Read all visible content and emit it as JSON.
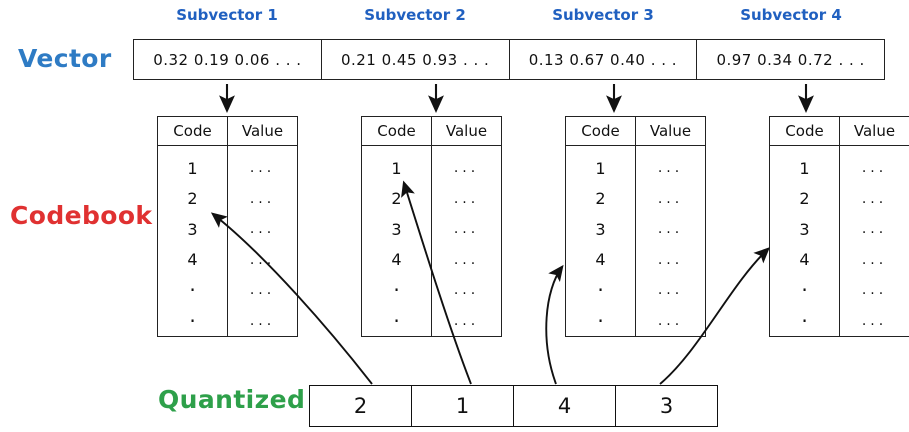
{
  "labels": {
    "vector": "Vector",
    "codebook": "Codebook",
    "quantized": "Quantized"
  },
  "colors": {
    "vector_label": "#2E7BC4",
    "codebook_label": "#E03131",
    "quantized_label": "#2EA04A",
    "subvector_label": "#2060C0",
    "ink": "#111111"
  },
  "subvector_headers": [
    "Subvector 1",
    "Subvector 2",
    "Subvector 3",
    "Subvector 4"
  ],
  "vector": {
    "segments": [
      "0.32  0.19  0.06 . . .",
      "0.21  0.45  0.93 . . .",
      "0.13  0.67  0.40 . . .",
      "0.97  0.34  0.72 . . ."
    ]
  },
  "codebooks": [
    {
      "headers": [
        "Code",
        "Value"
      ],
      "codes": [
        "1",
        "2",
        "3",
        "4",
        "·",
        "·"
      ],
      "values": [
        "...",
        "...",
        "...",
        "...",
        "...",
        "..."
      ],
      "selected_code": "2"
    },
    {
      "headers": [
        "Code",
        "Value"
      ],
      "codes": [
        "1",
        "2",
        "3",
        "4",
        "·",
        "·"
      ],
      "values": [
        "...",
        "...",
        "...",
        "...",
        "...",
        "..."
      ],
      "selected_code": "1"
    },
    {
      "headers": [
        "Code",
        "Value"
      ],
      "codes": [
        "1",
        "2",
        "3",
        "4",
        "·",
        "·"
      ],
      "values": [
        "...",
        "...",
        "...",
        "...",
        "...",
        "..."
      ],
      "selected_code": "4"
    },
    {
      "headers": [
        "Code",
        "Value"
      ],
      "codes": [
        "1",
        "2",
        "3",
        "4",
        "·",
        "·"
      ],
      "values": [
        "...",
        "...",
        "...",
        "...",
        "...",
        "..."
      ],
      "selected_code": "3"
    }
  ],
  "quantized": {
    "cells": [
      "2",
      "1",
      "4",
      "3"
    ]
  }
}
